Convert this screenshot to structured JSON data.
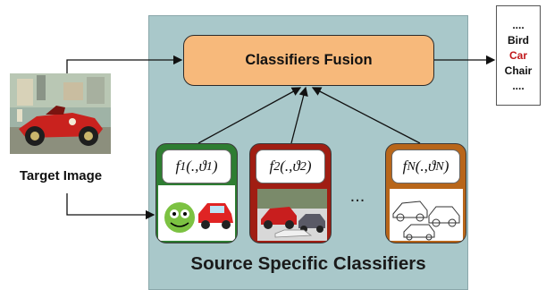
{
  "target": {
    "caption": "Target Image"
  },
  "fusion": {
    "label": "Classifiers Fusion"
  },
  "source_panel": {
    "title": "Source Specific Classifiers"
  },
  "classifiers": [
    {
      "label_base": "f",
      "sub1": "1",
      "sub2": "1"
    },
    {
      "label_base": "f",
      "sub1": "2",
      "sub2": "2"
    },
    {
      "label_base": "f",
      "sub1": "N",
      "sub2": "N"
    }
  ],
  "ellipsis": "...",
  "output": {
    "items": [
      "....",
      "Bird",
      "Car",
      "Chair",
      "...."
    ],
    "highlight_index": 2
  },
  "colors": {
    "panel": "#a9c8ca",
    "fusion": "#f7b97b",
    "clf1": "#2e7d32",
    "clf2": "#a01e13",
    "clfN": "#b8661a",
    "highlight": "#c0171a"
  }
}
